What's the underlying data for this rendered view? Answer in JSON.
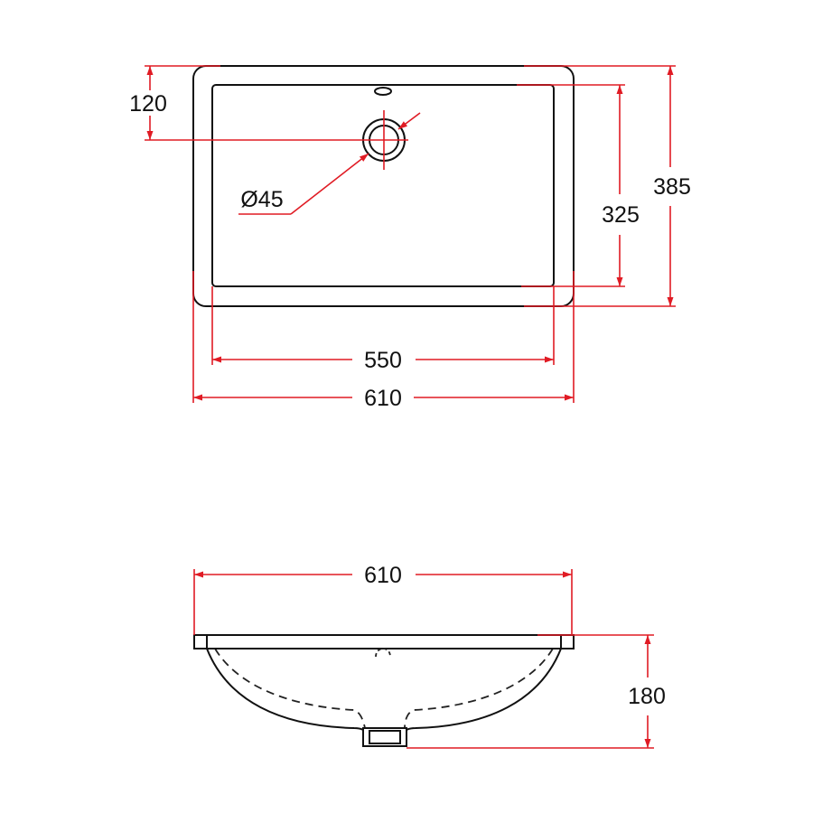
{
  "colors": {
    "dimension_line": "#e01b24",
    "outline": "#111111",
    "background": "#ffffff"
  },
  "top_view": {
    "dim_overflow_offset": "120",
    "dim_drain_diameter": "Ø45",
    "dim_inner_depth": "325",
    "dim_outer_depth": "385",
    "dim_inner_width": "550",
    "dim_outer_width": "610"
  },
  "side_view": {
    "dim_outer_width": "610",
    "dim_height": "180"
  }
}
